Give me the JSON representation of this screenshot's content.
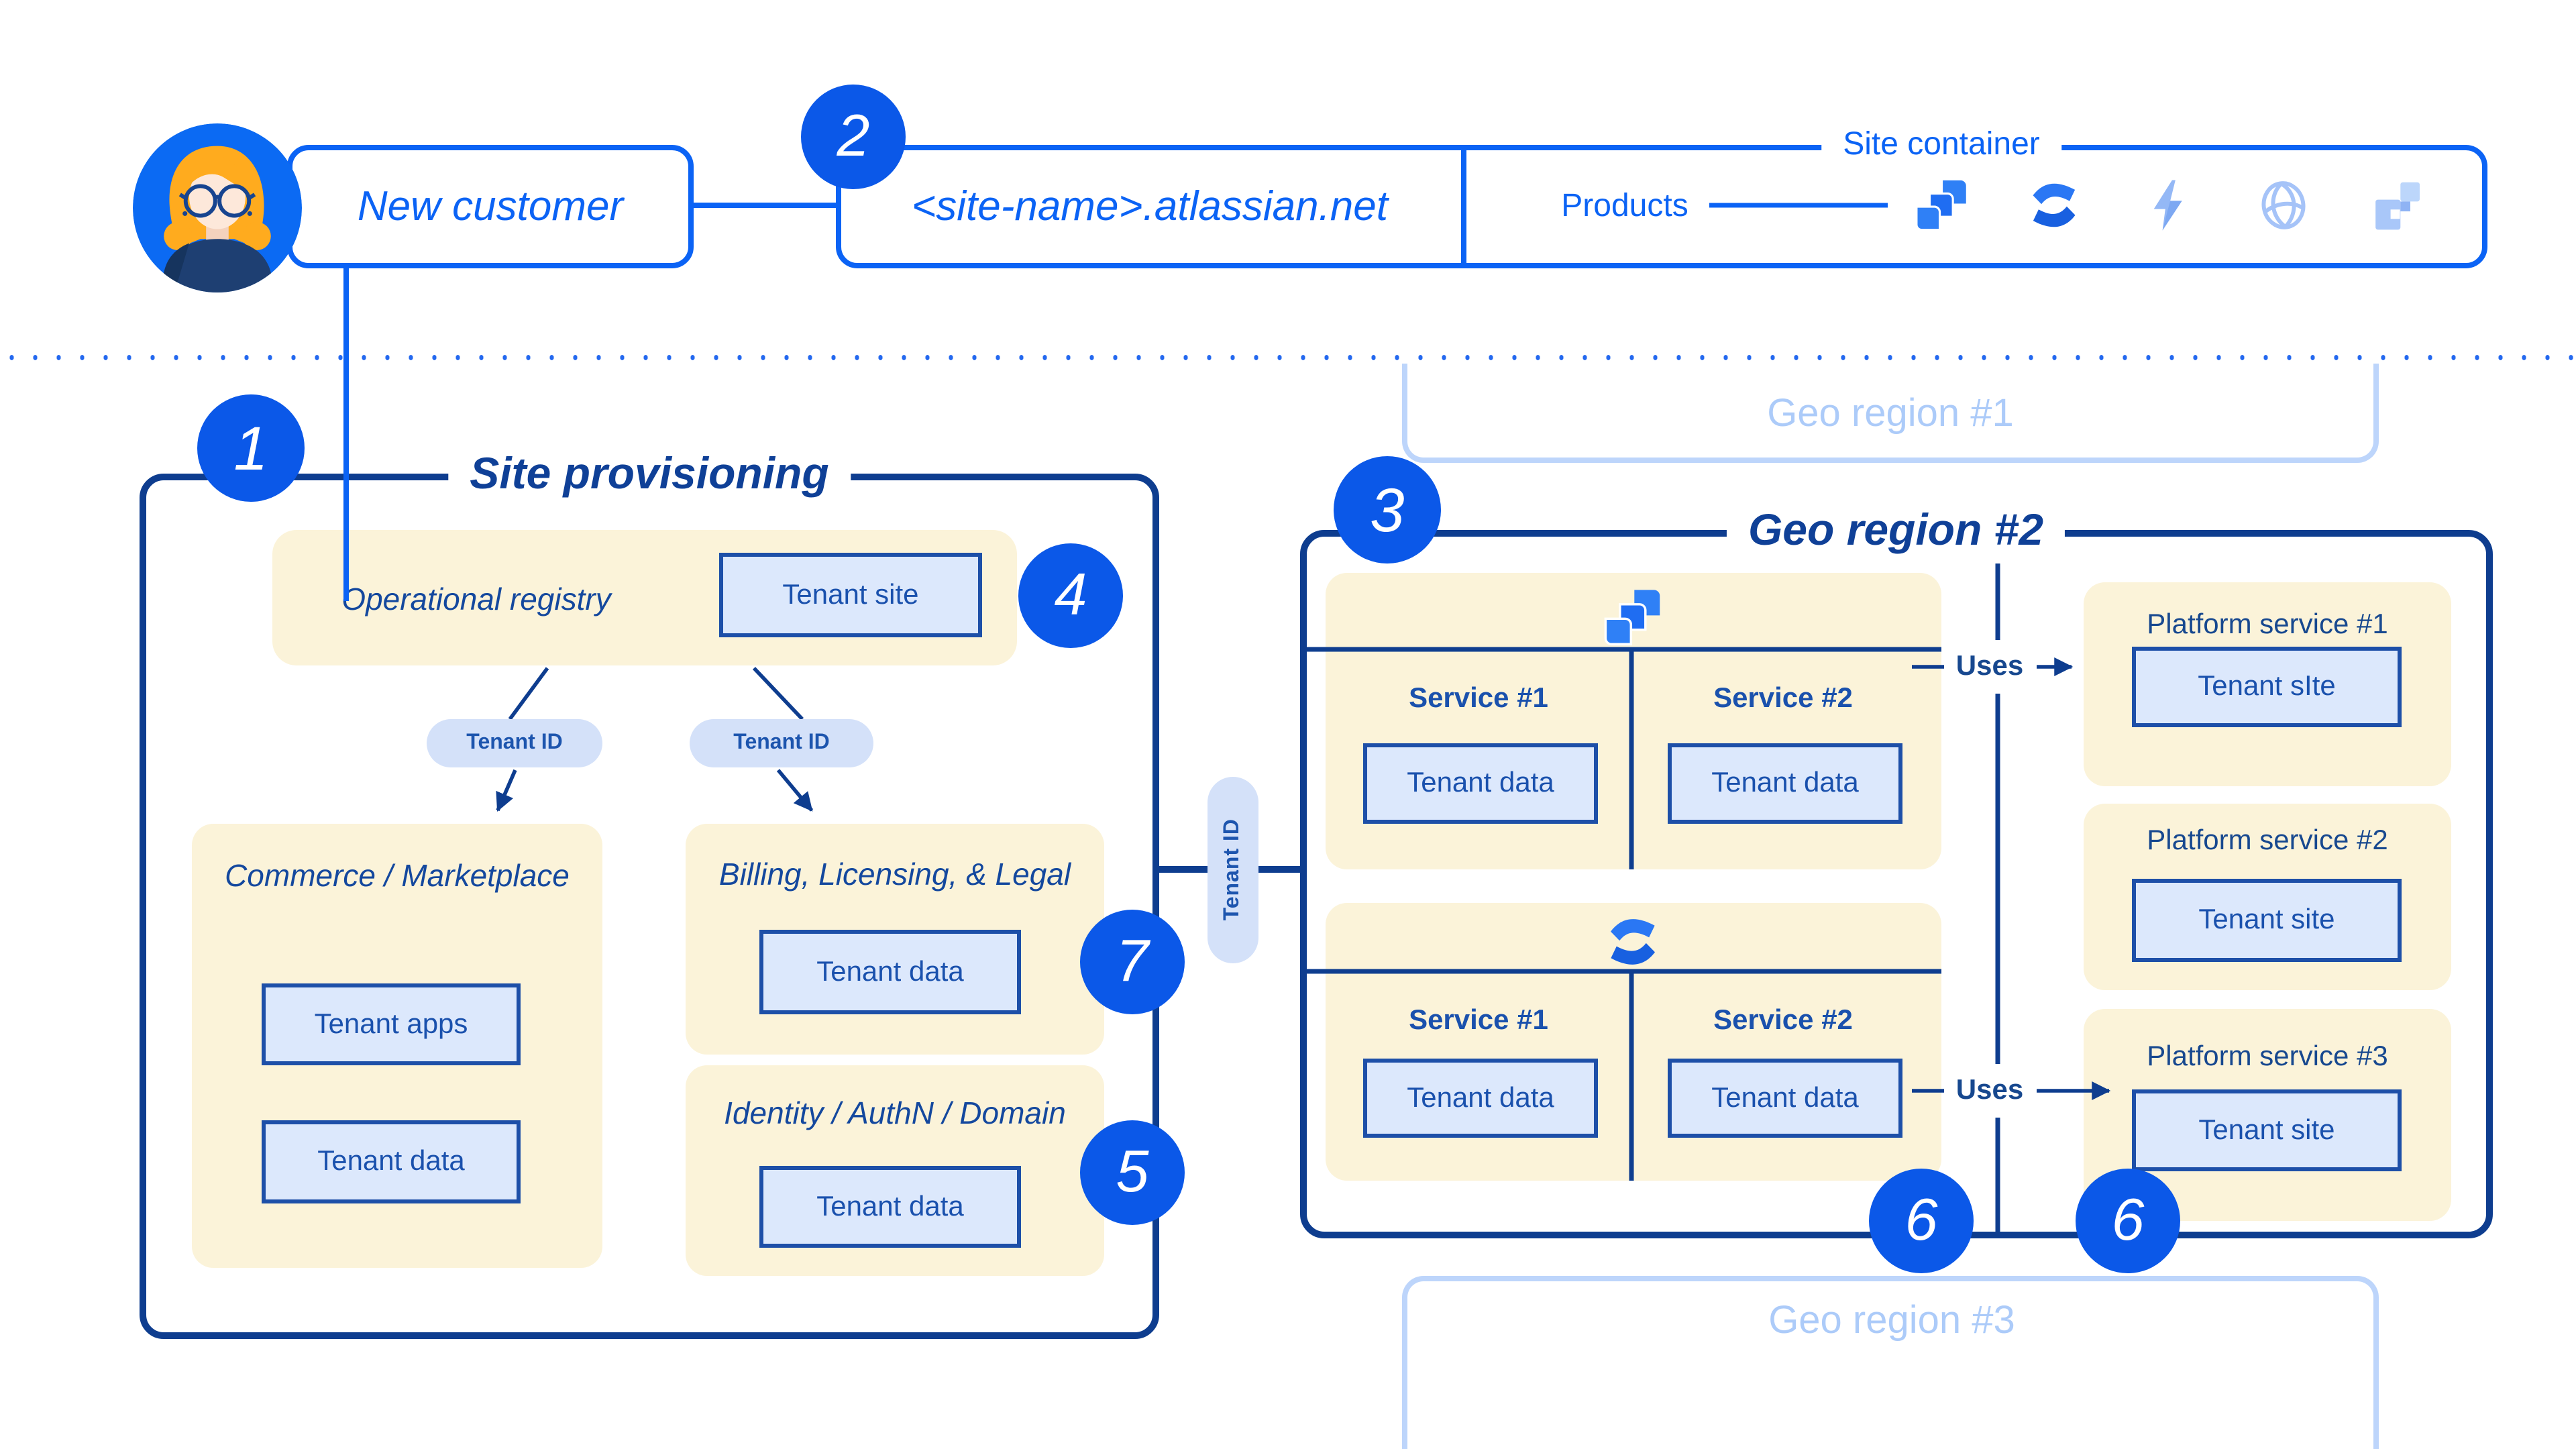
{
  "colors": {
    "accent": "#0b63f5",
    "badge_blue": "#0b58e8",
    "navy": "#0e3d8f",
    "title_navy": "#0f4097",
    "label_navy": "#1a51ad",
    "box_border_navy": "#1d4fa8",
    "cream": "#fbf3d9",
    "light_blue_fill": "#dce8fc",
    "pill_blue": "#d4e1f9",
    "faint_border": "#bdd5fb",
    "faint_text": "#accbf9",
    "dot_blue": "#2368ef"
  },
  "header": {
    "customer_label": "New customer",
    "site_name": "<site-name>.atlassian.net",
    "products_label": "Products",
    "site_container_label": "Site container",
    "product_icons": [
      "jira-icon",
      "confluence-icon",
      "lightning-icon",
      "globe-icon",
      "pixel-squares-icon"
    ]
  },
  "badges": {
    "one": "1",
    "two": "2",
    "three": "3",
    "four": "4",
    "five": "5",
    "six_left": "6",
    "six_right": "6",
    "seven": "7"
  },
  "site_provisioning": {
    "title": "Site provisioning",
    "operational_registry": {
      "title": "Operational registry",
      "tenant_site": "Tenant site"
    },
    "tenant_id_pill_left": "Tenant ID",
    "tenant_id_pill_right": "Tenant ID",
    "commerce": {
      "title": "Commerce / Marketplace",
      "tenant_apps": "Tenant apps",
      "tenant_data": "Tenant data"
    },
    "billing": {
      "title": "Billing, Licensing, & Legal",
      "tenant_data": "Tenant data"
    },
    "identity": {
      "title": "Identity / AuthN / Domain",
      "tenant_data": "Tenant data"
    }
  },
  "connector": {
    "tenant_id_pill": "Tenant ID"
  },
  "geo_region_1": {
    "title": "Geo region #1"
  },
  "geo_region_2": {
    "title": "Geo region #2",
    "jira_group": {
      "icon": "jira-icon",
      "service_1": "Service #1",
      "service_2": "Service #2",
      "tenant_data_1": "Tenant data",
      "tenant_data_2": "Tenant data"
    },
    "confluence_group": {
      "icon": "confluence-icon",
      "service_1": "Service #1",
      "service_2": "Service #2",
      "tenant_data_1": "Tenant data",
      "tenant_data_2": "Tenant data"
    },
    "uses_top": "Uses",
    "uses_bottom": "Uses",
    "platform_service_1": {
      "title": "Platform service #1",
      "tenant_site": "Tenant sIte"
    },
    "platform_service_2": {
      "title": "Platform service #2",
      "tenant_site": "Tenant site"
    },
    "platform_service_3": {
      "title": "Platform service #3",
      "tenant_site": "Tenant site"
    }
  },
  "geo_region_3": {
    "title": "Geo region #3"
  }
}
